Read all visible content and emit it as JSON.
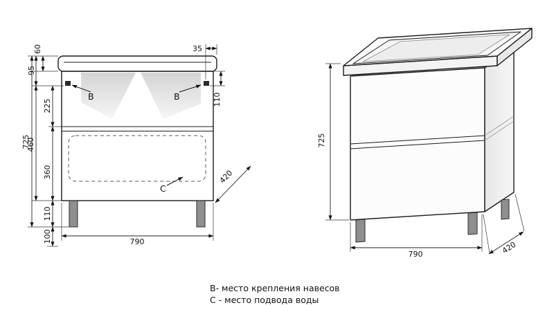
{
  "colors": {
    "ink": "#1a1a1a",
    "shade": "#cccccc"
  },
  "front_view": {
    "dims": {
      "h60": "60",
      "h95": "95",
      "h225": "225",
      "h725": "725",
      "h460": "460",
      "h360": "360",
      "h110_left": "110",
      "h100": "100",
      "top35": "35",
      "right110": "110",
      "w790": "790",
      "d420": "420"
    },
    "labels": {
      "b_left": "B",
      "b_right": "B",
      "c": "C"
    }
  },
  "perspective_view": {
    "dims": {
      "h725": "725",
      "w790": "790",
      "d420": "420"
    }
  },
  "legend": {
    "line_b": "B- место крепления навесов",
    "line_c": "C - место подвода воды"
  }
}
